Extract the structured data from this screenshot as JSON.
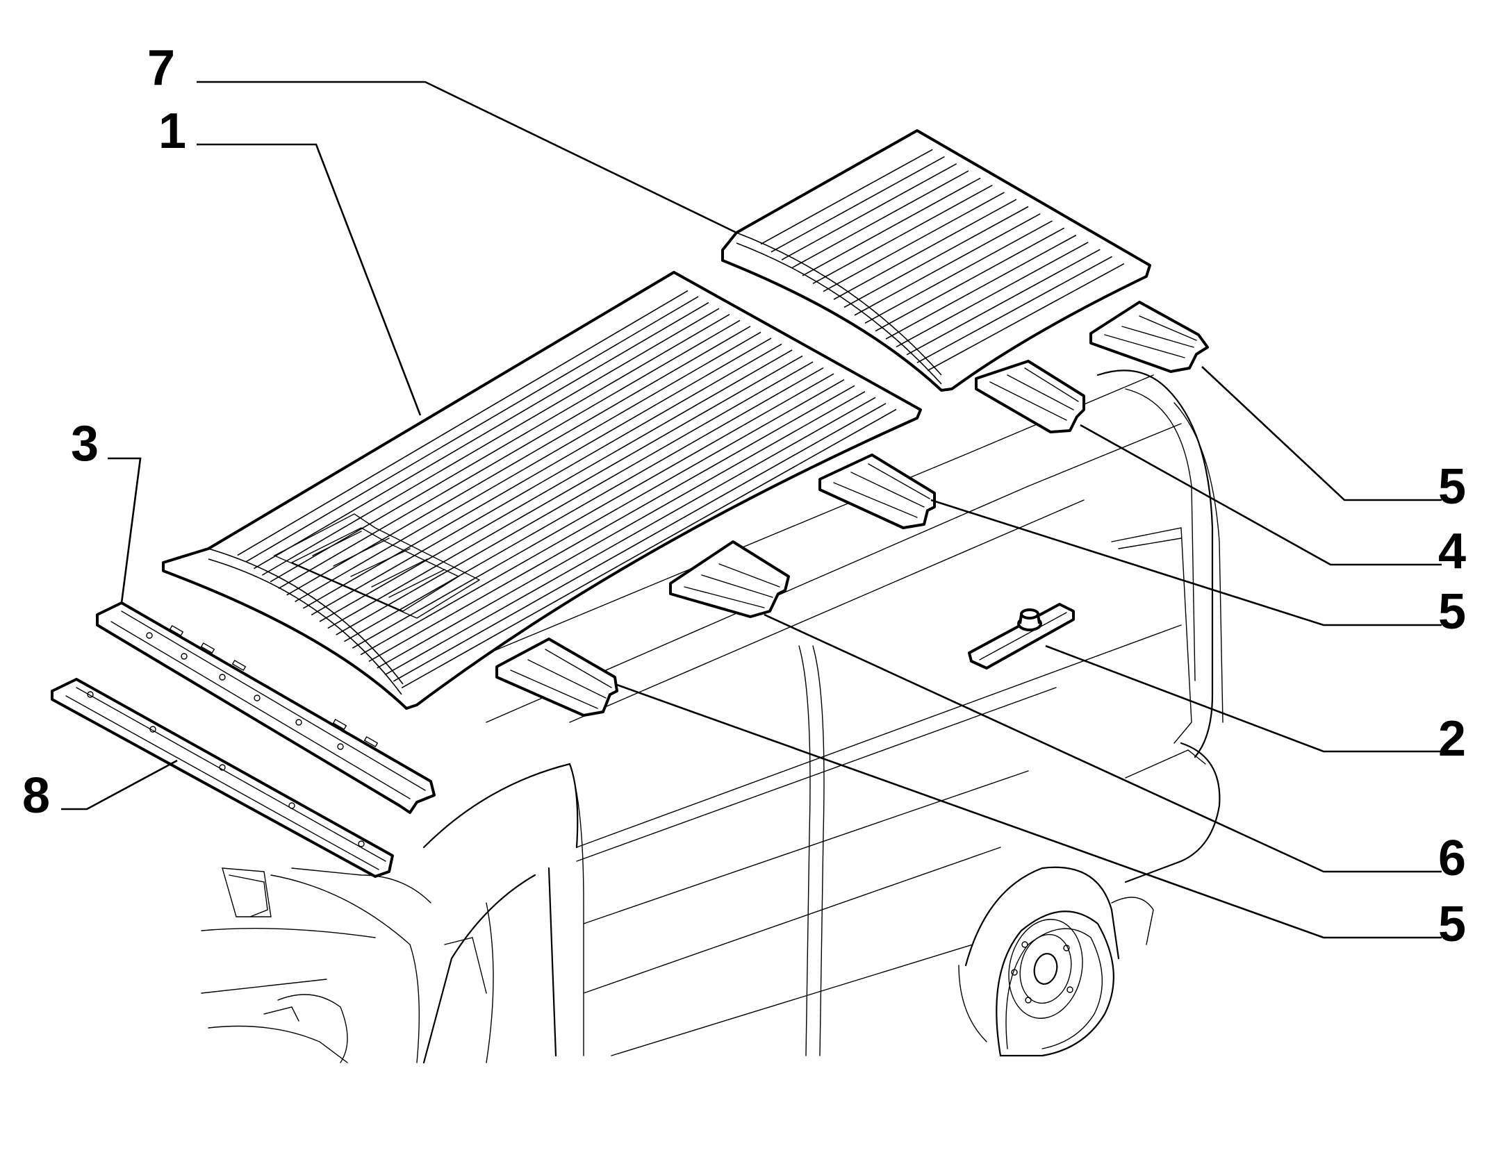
{
  "callouts": [
    {
      "id": "c7",
      "label": "7"
    },
    {
      "id": "c1",
      "label": "1"
    },
    {
      "id": "c3",
      "label": "3"
    },
    {
      "id": "c8",
      "label": "8"
    },
    {
      "id": "c5a",
      "label": "5"
    },
    {
      "id": "c4",
      "label": "4"
    },
    {
      "id": "c5b",
      "label": "5"
    },
    {
      "id": "c2",
      "label": "2"
    },
    {
      "id": "c6",
      "label": "6"
    },
    {
      "id": "c5c",
      "label": "5"
    }
  ],
  "colors": {
    "line": "#000000",
    "background": "#ffffff"
  }
}
